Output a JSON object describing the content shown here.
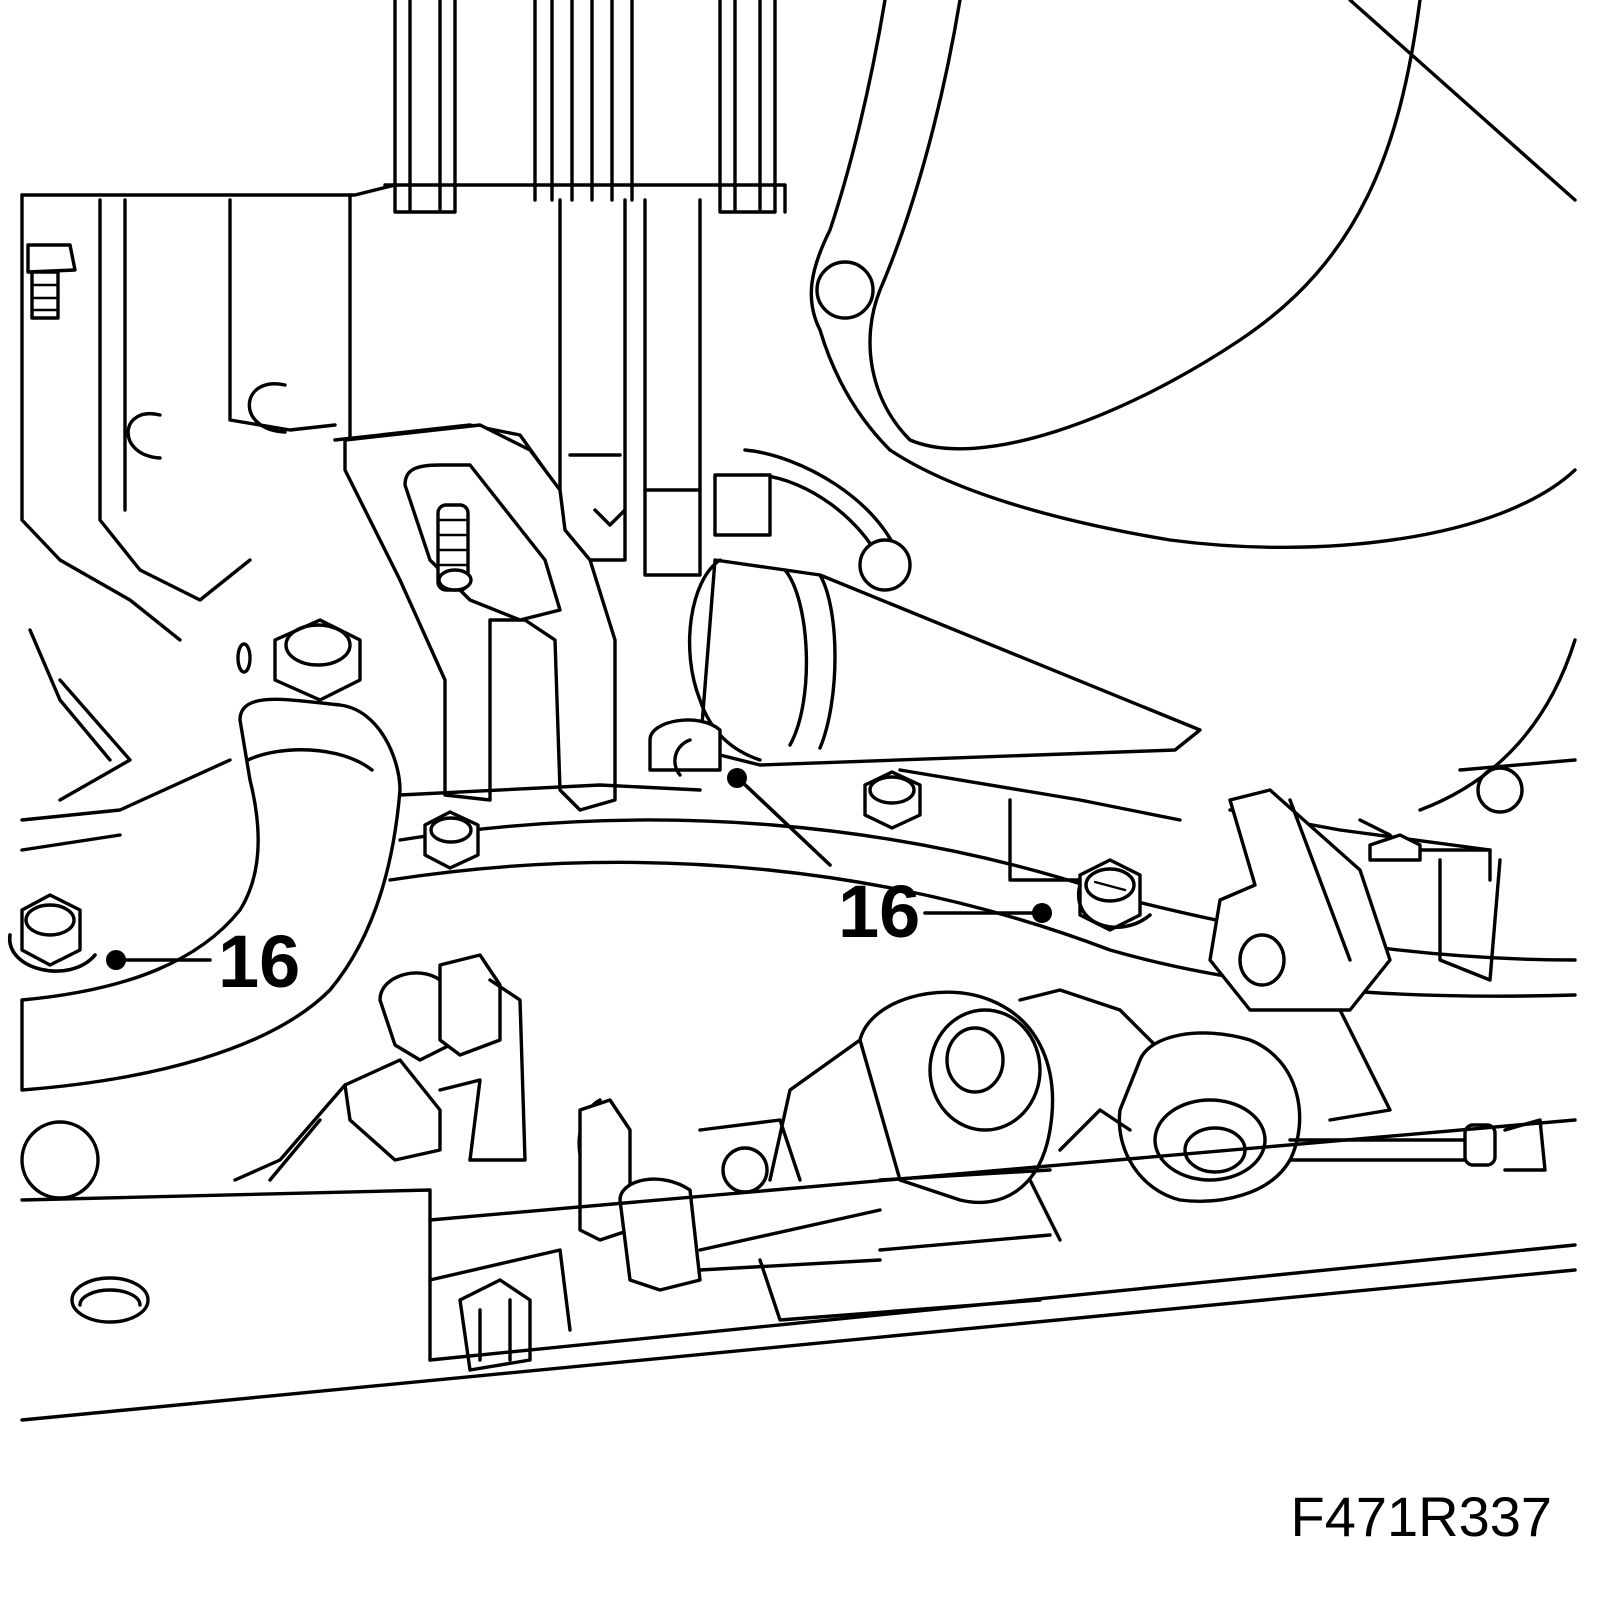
{
  "callouts": [
    {
      "id": "c1",
      "label": "16"
    },
    {
      "id": "c2",
      "label": "16"
    }
  ],
  "figure_id": "F471R337"
}
